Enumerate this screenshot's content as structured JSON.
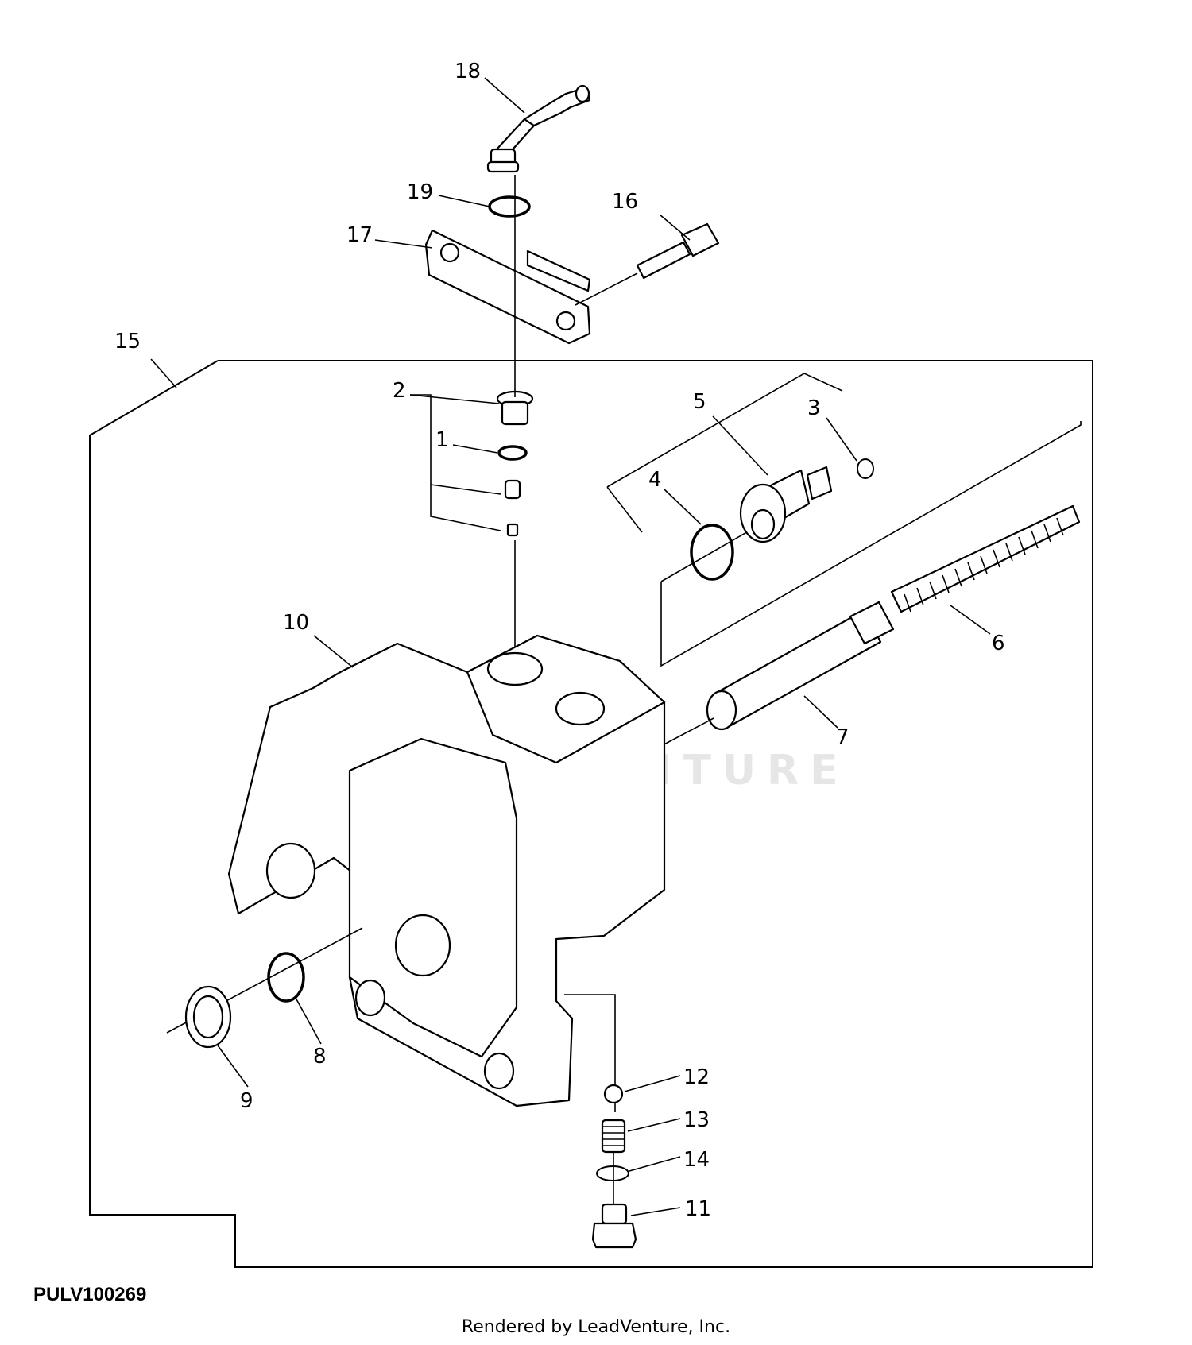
{
  "diagram": {
    "figure_id": "PULV100269",
    "render_credit": "Rendered by LeadVenture, Inc.",
    "watermark_text": "LEADVENTURE",
    "callouts": [
      "1",
      "2",
      "3",
      "4",
      "5",
      "6",
      "7",
      "8",
      "9",
      "10",
      "11",
      "12",
      "13",
      "14",
      "15",
      "16",
      "17",
      "18",
      "19"
    ]
  }
}
